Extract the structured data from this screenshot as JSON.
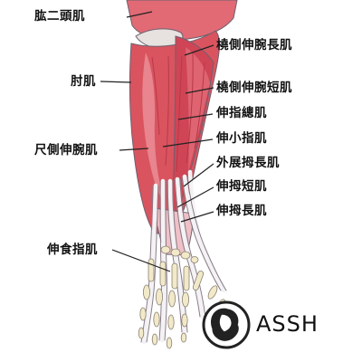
{
  "labels": {
    "biceps": "肱二頭肌",
    "ecrl": "橈側伸腕長肌",
    "anconeus": "肘肌",
    "ecrb": "橈側伸腕短肌",
    "edc": "伸指總肌",
    "edm": "伸小指肌",
    "ecu": "尺側伸腕肌",
    "apl": "外展拇長肌",
    "epb": "伸拇短肌",
    "epl": "伸拇長肌",
    "eip": "伸食指肌"
  },
  "logo": {
    "text": "ASSH"
  },
  "colors": {
    "muscle": "#d9545f",
    "muscle_dark": "#b9384a",
    "muscle_light": "#f2a3a8",
    "tendon": "#f3f2f4",
    "bone": "#f1e9c8",
    "outline": "#6d6070"
  }
}
